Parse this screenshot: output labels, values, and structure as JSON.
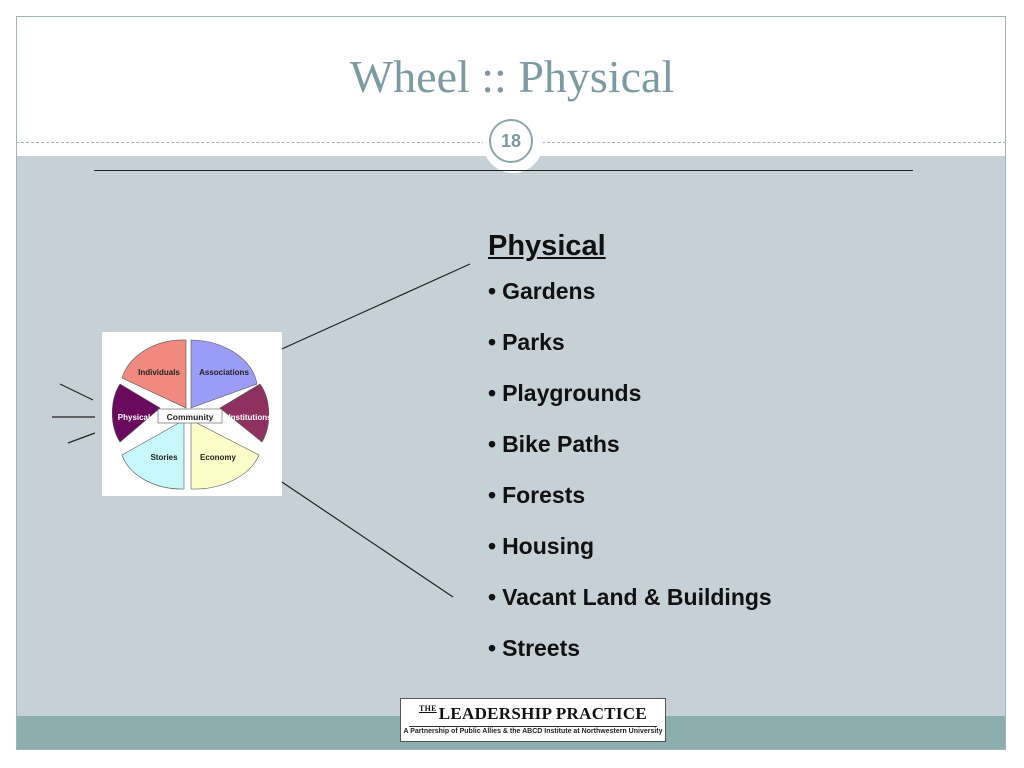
{
  "slide": {
    "title": "Wheel :: Physical",
    "page_number": "18"
  },
  "wheel": {
    "center_label": "Community",
    "segments": [
      {
        "label": "Individuals",
        "color": "#f08a80"
      },
      {
        "label": "Associations",
        "color": "#9b9cf5"
      },
      {
        "label": "Institutions",
        "color": "#8e3060"
      },
      {
        "label": "Economy",
        "color": "#fbfcc7"
      },
      {
        "label": "Stories",
        "color": "#c8f7fb"
      },
      {
        "label": "Physical",
        "color": "#6a0a5e"
      }
    ]
  },
  "content": {
    "heading": "Physical",
    "items": [
      "Gardens",
      "Parks",
      "Playgrounds",
      "Bike Paths",
      "Forests",
      "Housing",
      "Vacant Land & Buildings",
      "Streets"
    ],
    "bullet_char": "•"
  },
  "logo": {
    "the": "THE",
    "name": "LEADERSHIP PRACTICE",
    "tagline": "A Partnership of Public Allies & the ABCD Institute at Northwestern University"
  }
}
